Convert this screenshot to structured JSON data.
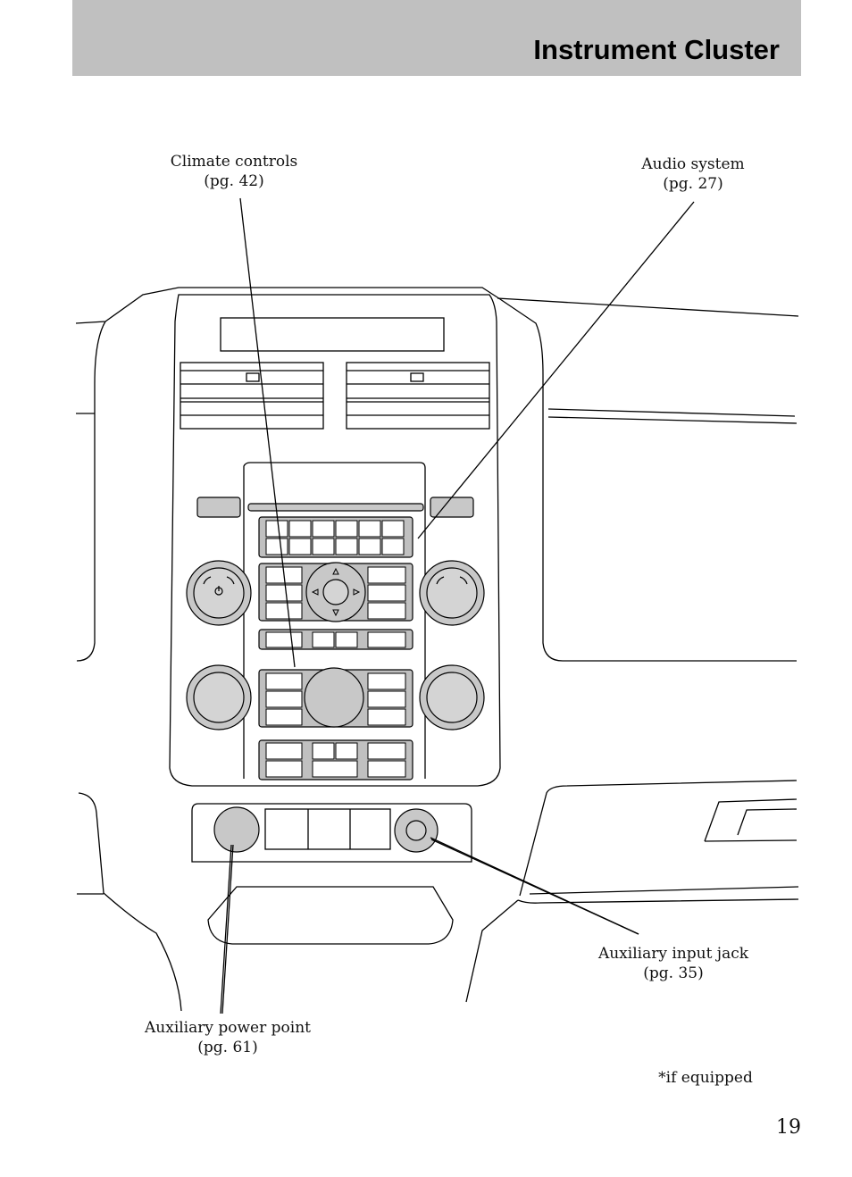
{
  "header": {
    "title": "Instrument Cluster"
  },
  "callouts": {
    "climate": {
      "name": "Climate controls",
      "page": "(pg. 42)"
    },
    "audio": {
      "name": "Audio system",
      "page": "(pg. 27)"
    },
    "aux_jack": {
      "name": "Auxiliary input jack",
      "page": "(pg. 35)"
    },
    "power_point": {
      "name": "Auxiliary power point",
      "page": "(pg. 61)"
    }
  },
  "footnote": "*if equipped",
  "page_number": "19"
}
